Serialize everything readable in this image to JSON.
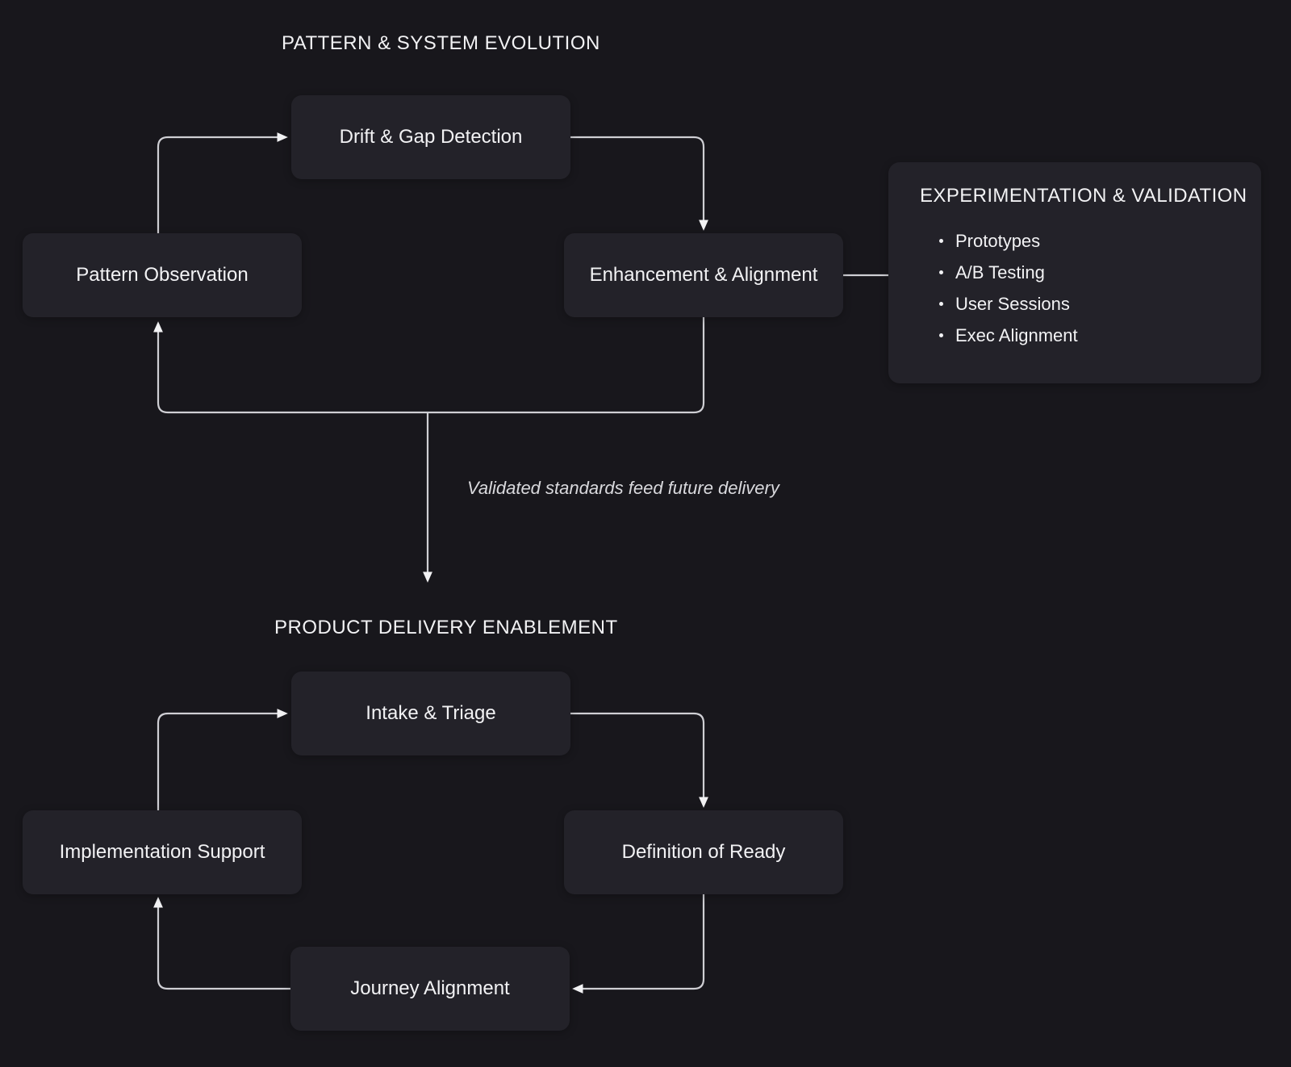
{
  "colors": {
    "bg": "#18171c",
    "node_fill": "#232229",
    "text": "#f2f2f4",
    "line": "#cfcfd4",
    "arrow": "#f2f2f4",
    "annotation_text": "#d9d9dd"
  },
  "top_cycle": {
    "title": "PATTERN & SYSTEM EVOLUTION",
    "nodes": {
      "drift": "Drift & Gap Detection",
      "pattern": "Pattern Observation",
      "enhancement": "Enhancement & Alignment"
    }
  },
  "side_panel": {
    "title": "EXPERIMENTATION & VALIDATION",
    "items": [
      "Prototypes",
      "A/B Testing",
      "User Sessions",
      "Exec Alignment"
    ]
  },
  "flow_annotation": "Validated standards feed future delivery",
  "bottom_cycle": {
    "title": "PRODUCT DELIVERY ENABLEMENT",
    "nodes": {
      "intake": "Intake & Triage",
      "definition": "Definition of Ready",
      "journey": "Journey Alignment",
      "implementation": "Implementation Support"
    }
  }
}
